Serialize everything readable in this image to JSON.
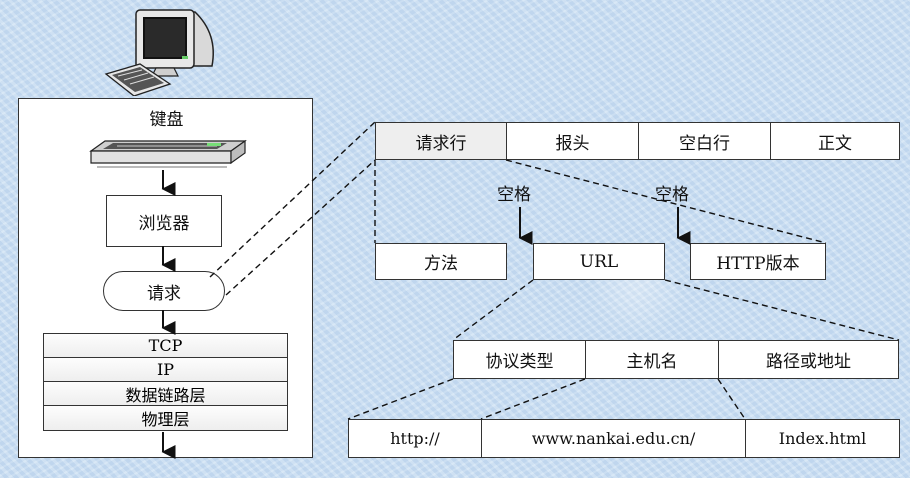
{
  "stack": {
    "keyboard_label": "键盘",
    "browser_label": "浏览器",
    "request_label": "请求",
    "layers": [
      "TCP",
      "IP",
      "数据链路层",
      "物理层"
    ]
  },
  "http_message": {
    "parts": [
      "请求行",
      "报头",
      "空白行",
      "正文"
    ]
  },
  "request_line": {
    "space_label_1": "空格",
    "space_label_2": "空格",
    "parts": [
      "方法",
      "URL",
      "HTTP版本"
    ]
  },
  "url": {
    "parts": [
      "协议类型",
      "主机名",
      "路径或地址"
    ],
    "examples": [
      "http://",
      "www.nankai.edu.cn/",
      "Index.html"
    ]
  },
  "icons": [
    "computer-icon",
    "keyboard-icon"
  ]
}
